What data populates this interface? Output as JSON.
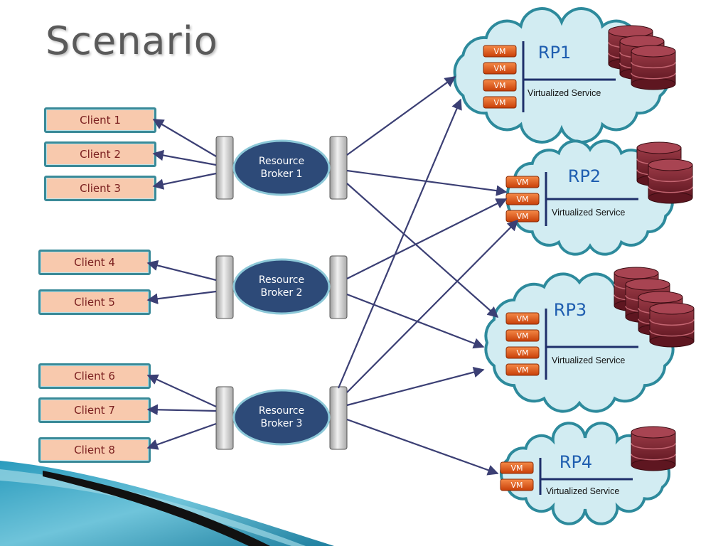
{
  "title": "Scenario",
  "clients": [
    "Client 1",
    "Client 2",
    "Client 3",
    "Client 4",
    "Client 5",
    "Client 6",
    "Client 7",
    "Client 8"
  ],
  "brokers": [
    {
      "line1": "Resource",
      "line2": "Broker 1"
    },
    {
      "line1": "Resource",
      "line2": "Broker 2"
    },
    {
      "line1": "Resource",
      "line2": "Broker 3"
    }
  ],
  "providers": [
    {
      "label": "RP1",
      "vm_label": "VM",
      "vm_count": 4,
      "db_count": 3,
      "service": "Virtualized Service"
    },
    {
      "label": "RP2",
      "vm_label": "VM",
      "vm_count": 3,
      "db_count": 2,
      "service": "Virtualized Service"
    },
    {
      "label": "RP3",
      "vm_label": "VM",
      "vm_count": 4,
      "db_count": 4,
      "service": "Virtualized Service"
    },
    {
      "label": "RP4",
      "vm_label": "VM",
      "vm_count": 2,
      "db_count": 1,
      "service": "Virtualized Service"
    }
  ],
  "colors": {
    "cloud_fill": "#d2ecf2",
    "cloud_stroke": "#2d8a9c",
    "broker_fill": "#2d4a78",
    "arrow": "#3b3f74",
    "rp_label": "#1f5eb0",
    "vm_fill": "#e55a16",
    "db_fill": "#7a2530"
  }
}
